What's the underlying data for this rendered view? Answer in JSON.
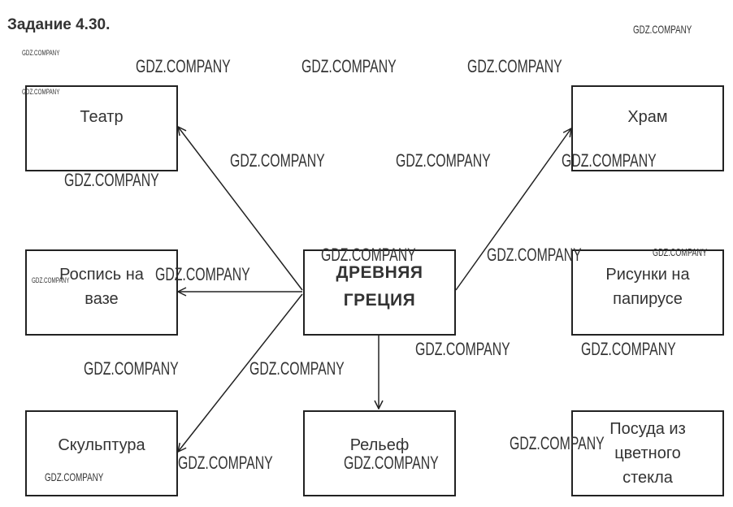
{
  "title": "Задание 4.30.",
  "center": "ДРЕВНЯЯ\nГРЕЦИЯ",
  "nodes": {
    "theatre": "Театр",
    "temple": "Храм",
    "vase": "Роспись на\nвазе",
    "papyrus": "Рисунки на\nпапирусе",
    "sculpture": "Скульптура",
    "relief": "Рельеф",
    "glass": "Посуда из\nцветного\nстекла"
  },
  "watermark": "GDZ.COMPANY"
}
